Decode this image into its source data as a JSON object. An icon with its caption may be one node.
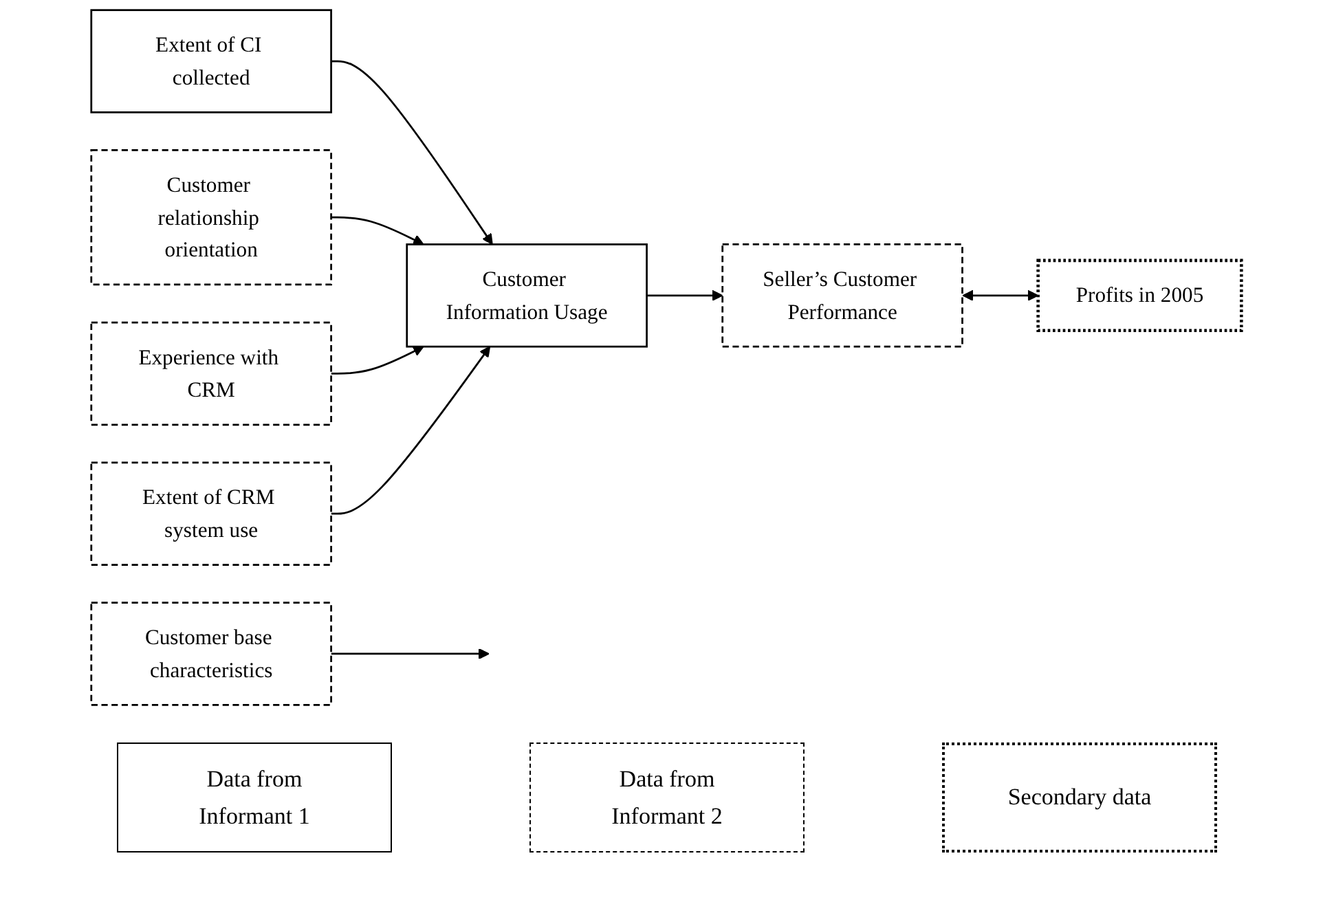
{
  "diagram": {
    "nodes": [
      {
        "text": [
          "Extent of CI collected"
        ]
      },
      {
        "text": [
          "Customer relationship orientation"
        ]
      },
      {
        "text": [
          "Experience with CRM"
        ]
      },
      {
        "text": [
          "Extent of CRM system use"
        ]
      },
      {
        "text": [
          "Customer Information Usage"
        ]
      },
      {
        "text": [
          "Customer base characteristics"
        ]
      },
      {
        "text": [
          "Seller’s Customer Performance"
        ]
      },
      {
        "text": [
          "Profits in 2005"
        ]
      }
    ],
    "edges": [
      {
        "from": 0,
        "to": 4,
        "arrow": "to"
      },
      {
        "from": 1,
        "to": 4,
        "arrow": "to"
      },
      {
        "from": 2,
        "to": 4,
        "arrow": "to"
      },
      {
        "from": 3,
        "to": 4,
        "arrow": "to"
      },
      {
        "from": 4,
        "to": 6,
        "arrow": "to"
      },
      {
        "from": 5,
        "to": null,
        "arrow": "to"
      },
      {
        "from": 6,
        "to": 7,
        "arrow": "both"
      }
    ],
    "legend": [
      {
        "text": "Data from Informant 1"
      },
      {
        "text": "Data from Informant 2"
      },
      {
        "text": "Secondary data"
      }
    ]
  }
}
